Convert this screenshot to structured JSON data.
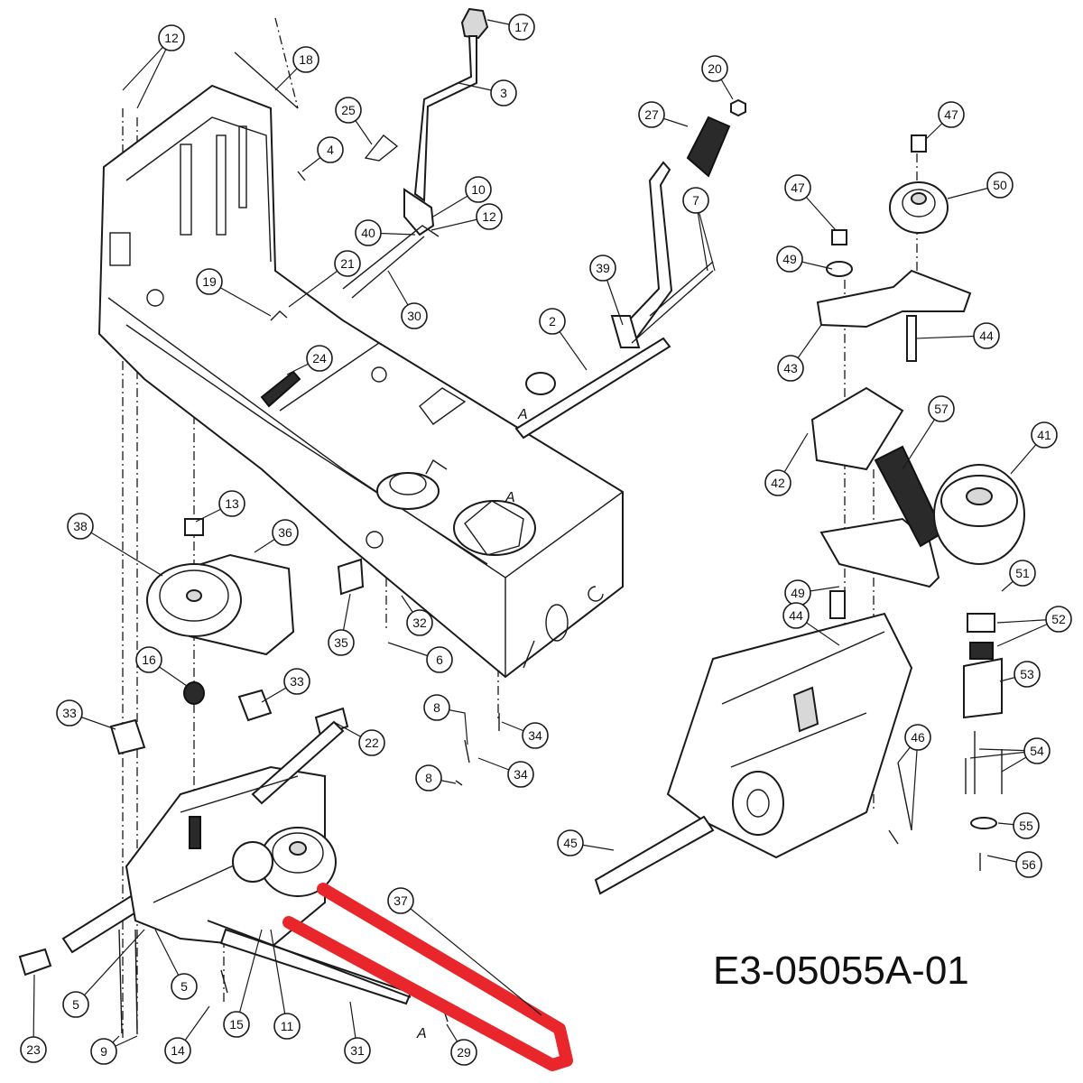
{
  "diagram": {
    "drawing_code": "E3-05055A-01",
    "highlight_color": "#e8262b",
    "highlighted_part": "37",
    "reference_marks": [
      "A",
      "A",
      "A"
    ],
    "callouts": [
      {
        "id": "c12a",
        "label": "12"
      },
      {
        "id": "c18",
        "label": "18"
      },
      {
        "id": "c17",
        "label": "17"
      },
      {
        "id": "c3",
        "label": "3"
      },
      {
        "id": "c25",
        "label": "25"
      },
      {
        "id": "c4",
        "label": "4"
      },
      {
        "id": "c10",
        "label": "10"
      },
      {
        "id": "c12b",
        "label": "12"
      },
      {
        "id": "c40",
        "label": "40"
      },
      {
        "id": "c21",
        "label": "21"
      },
      {
        "id": "c19",
        "label": "19"
      },
      {
        "id": "c30",
        "label": "30"
      },
      {
        "id": "c20",
        "label": "20"
      },
      {
        "id": "c27",
        "label": "27"
      },
      {
        "id": "c7",
        "label": "7"
      },
      {
        "id": "c39",
        "label": "39"
      },
      {
        "id": "c2",
        "label": "2"
      },
      {
        "id": "c24",
        "label": "24"
      },
      {
        "id": "c47a",
        "label": "47"
      },
      {
        "id": "c47b",
        "label": "47"
      },
      {
        "id": "c50",
        "label": "50"
      },
      {
        "id": "c49a",
        "label": "49"
      },
      {
        "id": "c43",
        "label": "43"
      },
      {
        "id": "c44a",
        "label": "44"
      },
      {
        "id": "c57",
        "label": "57"
      },
      {
        "id": "c41",
        "label": "41"
      },
      {
        "id": "c42",
        "label": "42"
      },
      {
        "id": "c13",
        "label": "13"
      },
      {
        "id": "c38",
        "label": "38"
      },
      {
        "id": "c36",
        "label": "36"
      },
      {
        "id": "c35",
        "label": "35"
      },
      {
        "id": "c32",
        "label": "32"
      },
      {
        "id": "c6",
        "label": "6"
      },
      {
        "id": "c16",
        "label": "16"
      },
      {
        "id": "c33a",
        "label": "33"
      },
      {
        "id": "c33b",
        "label": "33"
      },
      {
        "id": "c22",
        "label": "22"
      },
      {
        "id": "c8a",
        "label": "8"
      },
      {
        "id": "c34a",
        "label": "34"
      },
      {
        "id": "c34b",
        "label": "34"
      },
      {
        "id": "c8b",
        "label": "8"
      },
      {
        "id": "c49b",
        "label": "49"
      },
      {
        "id": "c51",
        "label": "51"
      },
      {
        "id": "c44b",
        "label": "44"
      },
      {
        "id": "c52",
        "label": "52"
      },
      {
        "id": "c53",
        "label": "53"
      },
      {
        "id": "c46",
        "label": "46"
      },
      {
        "id": "c54",
        "label": "54"
      },
      {
        "id": "c55",
        "label": "55"
      },
      {
        "id": "c56",
        "label": "56"
      },
      {
        "id": "c45",
        "label": "45"
      },
      {
        "id": "c37",
        "label": "37"
      },
      {
        "id": "c5a",
        "label": "5"
      },
      {
        "id": "c5b",
        "label": "5"
      },
      {
        "id": "c23",
        "label": "23"
      },
      {
        "id": "c9",
        "label": "9"
      },
      {
        "id": "c14",
        "label": "14"
      },
      {
        "id": "c15",
        "label": "15"
      },
      {
        "id": "c11",
        "label": "11"
      },
      {
        "id": "c31",
        "label": "31"
      },
      {
        "id": "c29",
        "label": "29"
      }
    ]
  }
}
